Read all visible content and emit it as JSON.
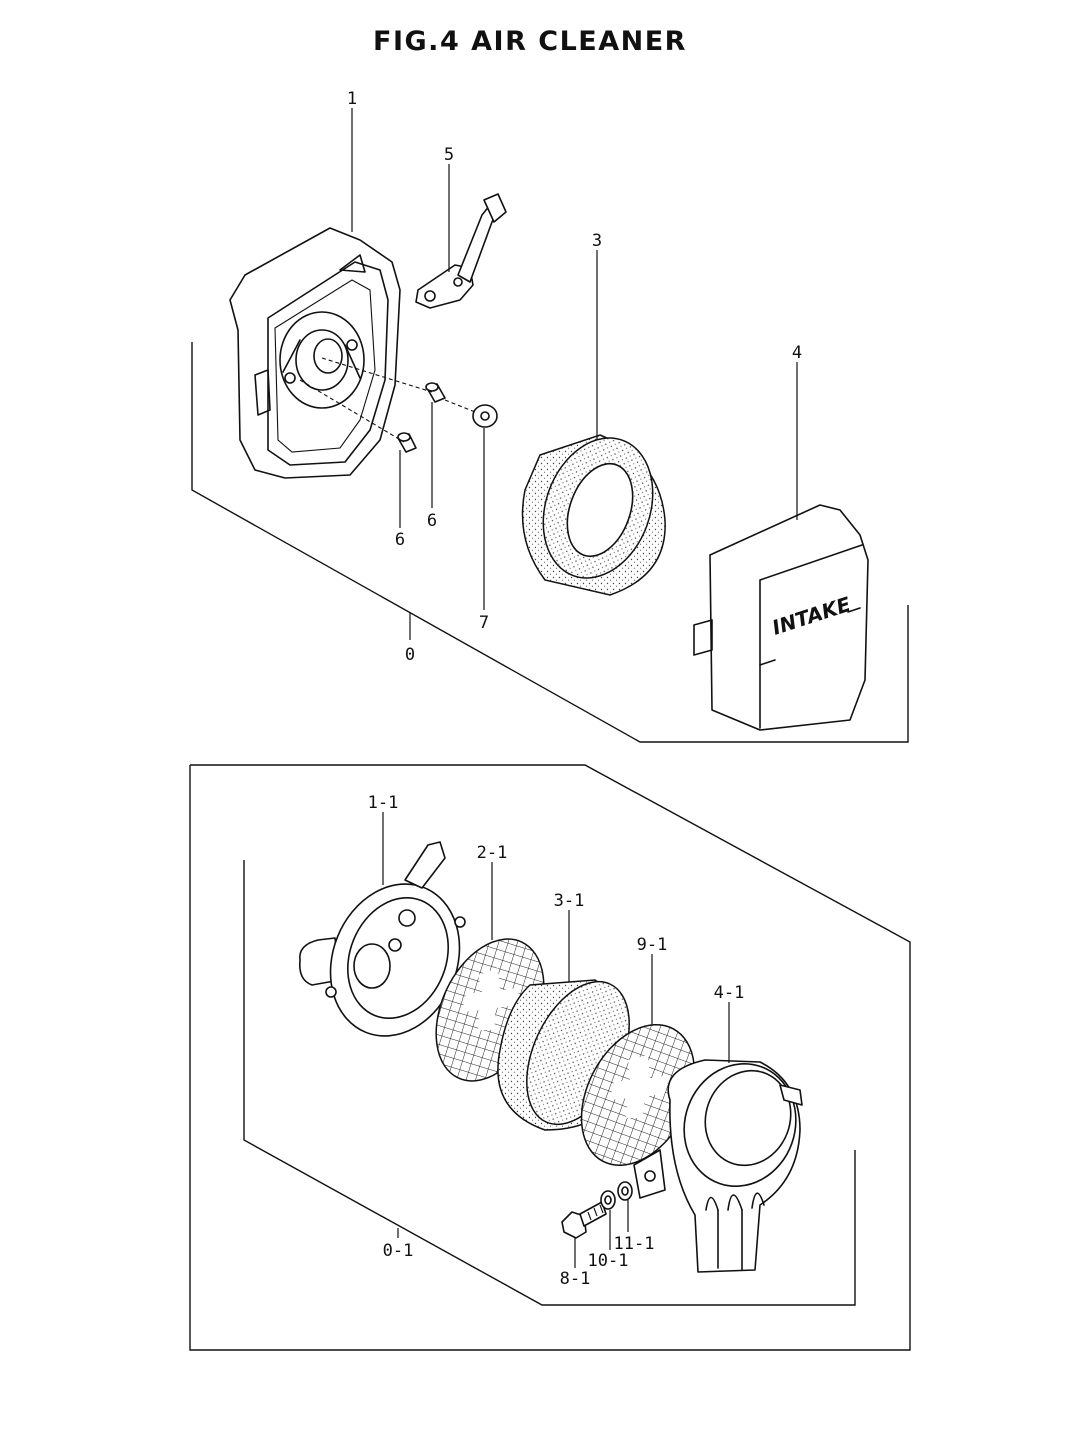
{
  "title": "FIG.4   AIR  CLEANER",
  "parts_upper": {
    "case_callout": "1",
    "lever_callout": "5",
    "element_callout": "3",
    "cover_callout": "4",
    "collar_a_callout": "6",
    "collar_b_callout": "6",
    "washer_callout": "7",
    "assembly_callout": "0",
    "cover_marking": "INTAKE"
  },
  "parts_lower": {
    "case_callout": "1-1",
    "screen_a_callout": "2-1",
    "element_callout": "3-1",
    "screen_b_callout": "9-1",
    "cover_callout": "4-1",
    "washer_callout": "11-1",
    "spring_washer_callout": "10-1",
    "bolt_callout": "8-1",
    "assembly_callout": "0-1"
  }
}
